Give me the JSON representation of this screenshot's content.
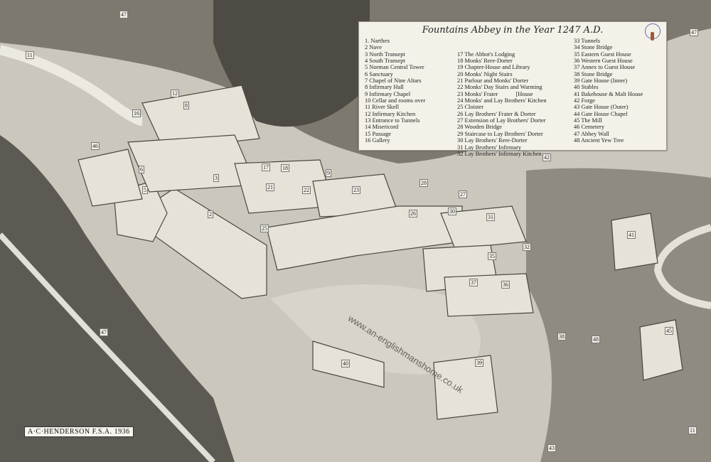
{
  "legend": {
    "title": "Fountains Abbey in the Year 1247 A.D.",
    "column1": [
      "1. Narthex",
      "2 Nave",
      "3 North Transept",
      "4 South Transept",
      "5 Norman Central Tower",
      "6 Sanctuary",
      "7 Chapel of Nine Altars",
      "8 Infirmary Hall",
      "9 Infirmary Chapel",
      "10 Cellar and rooms over",
      "11 River Skell",
      "12 Infirmary Kitchen",
      "13 Entrance to Tunnels",
      "14 Misericord",
      "15 Passage",
      "16 Gallery"
    ],
    "column2": [
      "17 The Abbot's Lodging",
      "18 Monks' Rere-Dorter",
      "19 Chapter-House and Library",
      "20 Monks' Night Stairs",
      "21 Parlour and Monks' Dorter",
      "22 Monks' Day Stairs and Warming",
      "23 Monks' Frater            [House",
      "24 Monks' and Lay Brothers' Kitchen",
      "25 Cloister",
      "26 Lay Brothers' Frater & Dorter",
      "27 Extension of Lay Brothers' Dorter",
      "28 Wooden Bridge",
      "29 Staircase to Lay Brothers' Dorter",
      "30 Lay Brothers' Rere-Dorter",
      "31 Lay Brothers' Infirmary",
      "32 Lay Brothers' Infirmary Kitchen"
    ],
    "column3": [
      "33 Tunnels",
      "34 Stone Bridge",
      "35 Eastern Guest House",
      "36 Western Guest House",
      "37 Annex to Guest House",
      "38 Stone Bridge",
      "39 Gate House (Inner)",
      "40 Stables",
      "41 Bakehouse & Malt House",
      "42 Forge",
      "43 Gate House (Outer)",
      "44 Gate House Chapel",
      "45 The Mill",
      "46 Cemetery",
      "47 Abbey Wall",
      "48 Ancient Yew Tree"
    ]
  },
  "map_labels": [
    "47",
    "47",
    "11",
    "12",
    "8",
    "16",
    "46",
    "6",
    "5",
    "3",
    "2",
    "17",
    "18",
    "21",
    "22",
    "23",
    "9",
    "28",
    "27",
    "26",
    "30",
    "31",
    "25",
    "35",
    "37",
    "36",
    "32",
    "41",
    "42",
    "47",
    "40",
    "39",
    "38",
    "48",
    "45",
    "43",
    "11"
  ],
  "signature": "A·C·HENDERSON F.S.A. 1936",
  "watermark": "www.an-englishmanshome.co.uk"
}
